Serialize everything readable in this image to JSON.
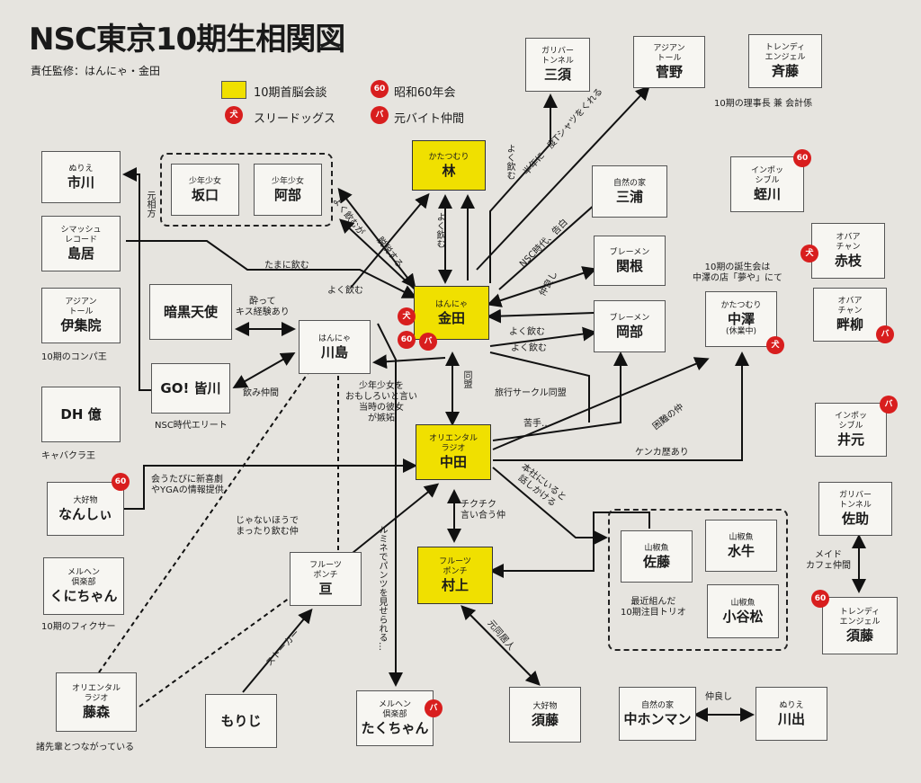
{
  "title": "NSC東京10期生相関図",
  "credit": "責任監修：はんにゃ・金田",
  "legend": {
    "summit": "10期首脳会談",
    "showa60": "昭和60年会",
    "showa60_badge": "60",
    "three_dogs": "スリードッグス",
    "three_dogs_badge": "犬",
    "baito": "元バイト仲間",
    "baito_badge": "バ"
  },
  "colors": {
    "highlight": "#f0e000",
    "badge": "#d81e1e"
  },
  "nodes": {
    "gulliver_misu": {
      "sub": "ガリバー\nトンネル",
      "name": "三須"
    },
    "asian_sugano": {
      "sub": "アジアン\nトール",
      "name": "菅野"
    },
    "trendy_saito": {
      "sub": "トレンディ\nエンジェル",
      "name": "斉藤"
    },
    "katatsumuri_hayashi": {
      "sub": "かたつむり",
      "name": "林"
    },
    "nurie_ichikawa": {
      "sub": "ぬりえ",
      "name": "市川"
    },
    "shounen_sakaguchi": {
      "sub": "少年少女",
      "name": "坂口"
    },
    "shounen_abe": {
      "sub": "少年少女",
      "name": "阿部"
    },
    "shizen_miura": {
      "sub": "自然の家",
      "name": "三浦"
    },
    "inpossible_hirukawa": {
      "sub": "インポッ\nシブル",
      "name": "蛭川"
    },
    "smash_torii": {
      "sub": "シマッシュ\nレコード",
      "name": "島居"
    },
    "obapa_akaeda": {
      "sub": "オバア\nチャン",
      "name": "赤枝"
    },
    "bremen_sekine": {
      "sub": "ブレーメン",
      "name": "関根"
    },
    "asian_ijuin": {
      "sub": "アジアン\nトール",
      "name": "伊集院"
    },
    "ankoku_tenshi": {
      "sub": "",
      "name": "暗黒天使"
    },
    "hannya_kaneda": {
      "sub": "はんにゃ",
      "name": "金田"
    },
    "katatsumuri_nakazawa": {
      "sub": "かたつむり",
      "name": "中澤",
      "note": "(休業中)"
    },
    "obapa_azeyanagi": {
      "sub": "オバア\nチャン",
      "name": "畔柳"
    },
    "bremen_okabe": {
      "sub": "ブレーメン",
      "name": "岡部"
    },
    "hannya_kawashima": {
      "sub": "はんにゃ",
      "name": "川島"
    },
    "go_minagawa": {
      "sub": "",
      "name": "GO! 皆川"
    },
    "dh_oku": {
      "sub": "",
      "name": "DH 億"
    },
    "inpossible_imoto": {
      "sub": "インポッ\nシブル",
      "name": "井元"
    },
    "oriental_nakata": {
      "sub": "オリエンタル\nラジオ",
      "name": "中田"
    },
    "daikoubutsu_nanshii": {
      "sub": "大好物",
      "name": "なんしぃ"
    },
    "gulliver_sasuke": {
      "sub": "ガリバー\nトンネル",
      "name": "佐助"
    },
    "sanshouuo_sato": {
      "sub": "山椒魚",
      "name": "佐藤"
    },
    "sanshouuo_mizuushi": {
      "sub": "山椒魚",
      "name": "水牛"
    },
    "marchen_kuni": {
      "sub": "メルヘン\n倶楽部",
      "name": "くにちゃん"
    },
    "fruits_wataru": {
      "sub": "フルーツ\nポンチ",
      "name": "亘"
    },
    "fruits_murakami": {
      "sub": "フルーツ\nポンチ",
      "name": "村上"
    },
    "sanshouuo_koyamatsu": {
      "sub": "山椒魚",
      "name": "小谷松"
    },
    "trendy_sudo": {
      "sub": "トレンディ\nエンジェル",
      "name": "須藤"
    },
    "oriental_fujimori": {
      "sub": "オリエンタル\nラジオ",
      "name": "藤森"
    },
    "moriji": {
      "sub": "",
      "name": "もりじ"
    },
    "marchen_taku": {
      "sub": "メルヘン\n倶楽部",
      "name": "たくちゃん"
    },
    "daikoubutsu_sudo": {
      "sub": "大好物",
      "name": "須藤"
    },
    "shizen_nakahonman": {
      "sub": "自然の家",
      "name": "中ホンマン"
    },
    "nurie_kawade": {
      "sub": "ぬりえ",
      "name": "川出"
    }
  },
  "notes": {
    "rijicho": "10期の理事長 兼 会計係",
    "birthday": "10期の誕生会は\n中澤の店「夢や」にて",
    "konpa": "10期のコンパ王",
    "nsc_elite": "NSC時代エリート",
    "kyabakura": "キャバクラ王",
    "fixer": "10期のフィクサー",
    "trio": "最近組んだ\n10期注目トリオ",
    "senpai": "諸先輩とつながっている"
  },
  "edge_labels": {
    "yoku_nomu_misu": "よく飲む",
    "tshirt": "半年に一度Tシャツをくれる",
    "yoku_nomu_hayashi": "よく飲む",
    "yoku_nomu_daga": "よく飲むが",
    "datsuzei": "脱税する",
    "nsc_kokuhaku": "NSC時代、告白",
    "motoaikata": "元相方",
    "tama_ni_nomu": "たまに飲む",
    "nakayoshi": "仲良し",
    "yotte_kiss": "酔って\nキス経験あり",
    "yoku_nomu_kawa": "よく飲む",
    "yoku_nomu_okabe": "よく飲む",
    "yoku_nomu_ka2": "よく飲む",
    "nomi_nakama": "飲み仲間",
    "doumei": "同盟",
    "ryokou": "旅行サークル同盟",
    "shounen_story": "少年少女を\nおもしろいと言い\n当時の彼女\nが嫉妬",
    "konnan": "困難の仲",
    "nigate": "苦手…",
    "kenka": "ケンカ歴あり",
    "shingeki": "会うたびに新喜劇\nやYGAの情報提供",
    "honsha": "本社にいると\n話しかける",
    "janai_hou": "じゃないほうで\nまったり飲む仲",
    "chikuchiku": "チクチク\n言い合う仲",
    "maid": "メイド\nカフェ仲間",
    "lumine": "ルミネでパンツを見せられる…",
    "stalker": "ストーカー",
    "dokyo": "元同居人",
    "nakayoshi2": "仲良し"
  }
}
